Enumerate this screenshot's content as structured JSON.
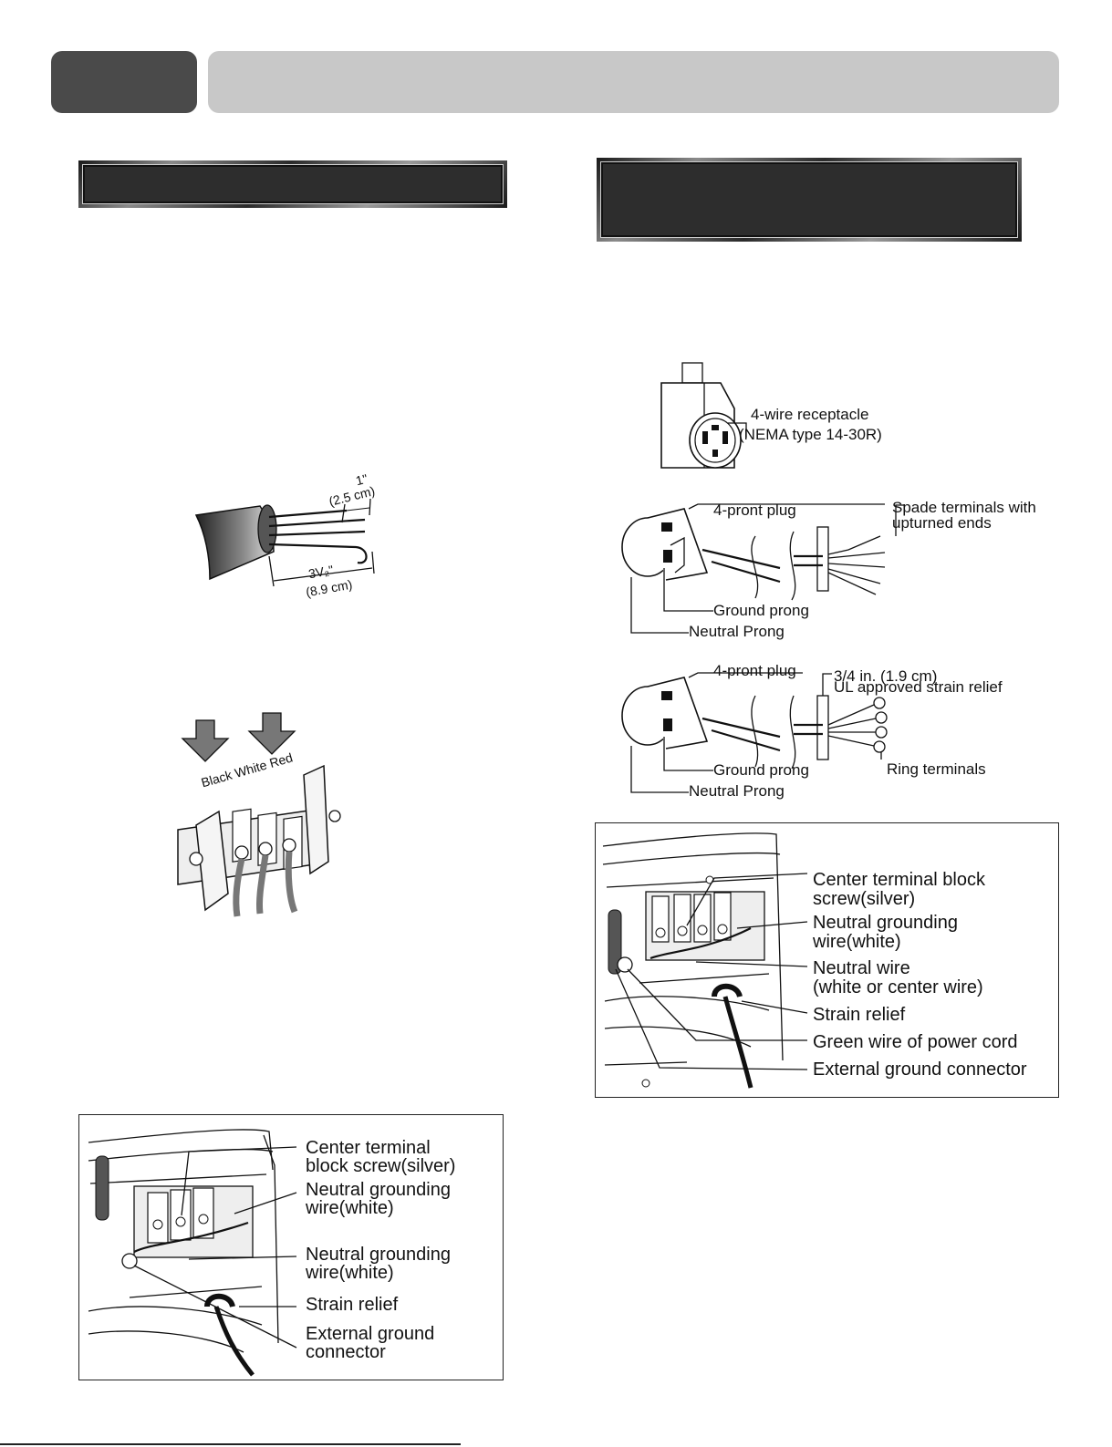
{
  "figures": {
    "strip": {
      "len1": "1\"",
      "len1_cm": "(2.5 cm)",
      "len2": "3V₂\"",
      "len2_cm": "(8.9 cm)"
    },
    "terminal_block": {
      "colors": "Black White Red"
    },
    "three_wire_panel": {
      "l1a": "Center terminal",
      "l1b": "block screw(silver)",
      "l2a": "Neutral grounding",
      "l2b": "wire(white)",
      "l3a": "Neutral grounding",
      "l3b": "wire(white)",
      "l4": "Strain relief",
      "l5a": "External ground",
      "l5b": "connector"
    },
    "receptacle": {
      "l1": "4-wire receptacle",
      "l2": "(NEMA type 14-30R)"
    },
    "plug_spade": {
      "plug": "4-pront plug",
      "spade_a": "Spade terminals with",
      "spade_b": "upturned ends",
      "ground": "Ground prong",
      "neutral": "Neutral Prong"
    },
    "plug_ring": {
      "plug": "4-pront plug",
      "relief_a": "3/4 in. (1.9 cm)",
      "relief_b": "UL approved strain relief",
      "ground": "Ground prong",
      "ring": "Ring terminals",
      "neutral": "Neutral Prong"
    },
    "four_wire_panel": {
      "l1a": "Center terminal block",
      "l1b": "screw(silver)",
      "l2a": "Neutral grounding",
      "l2b": "wire(white)",
      "l3a": "Neutral wire",
      "l3b": "(white or center wire)",
      "l4": "Strain relief",
      "l5": "Green wire of power cord",
      "l6": "External ground connector"
    }
  }
}
